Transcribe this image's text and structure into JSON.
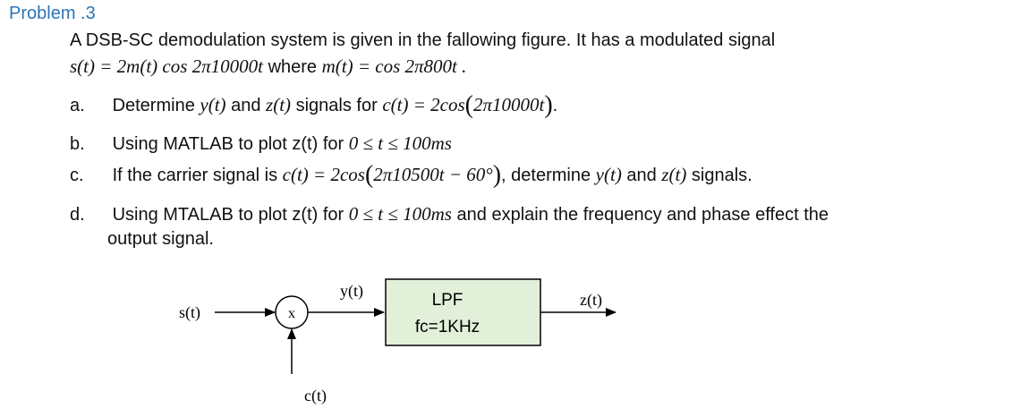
{
  "problem": {
    "title": "Problem .3"
  },
  "intro": {
    "line1": "A DSB-SC demodulation system is given in the fallowing figure. It has a modulated signal",
    "signal_expr": "s(t) = 2m(t) cos 2π10000t",
    "where_text": "where",
    "message_expr": "m(t) = cos 2π800t .",
    "period": "."
  },
  "items": [
    {
      "marker": "a.",
      "t1": "Determine",
      "e1": "y(t)",
      "t2": "and",
      "e2": "z(t)",
      "t3": "signals for",
      "e3": "c(t) = 2cos",
      "e4": "2π10000t",
      "t4": "."
    },
    {
      "marker": "b.",
      "t1": "Using MATLAB to plot z(t) for",
      "e1": "0 ≤ t ≤ 100ms"
    },
    {
      "marker": "c.",
      "t1": "If the carrier signal is",
      "e1": "c(t) = 2cos",
      "e2": "2π10500t − 60°",
      "t2": ", determine",
      "e3": "y(t)",
      "t3": "and",
      "e4": "z(t)",
      "t4": "signals."
    },
    {
      "marker": "d.",
      "t1": "Using MTALAB to plot z(t) for",
      "e1": "0 ≤ t ≤ 100ms",
      "t2": "and explain the frequency and phase effect the",
      "t3": "output signal."
    }
  ],
  "diagram": {
    "input_label": "s(t)",
    "mixer_symbol": "x",
    "mixer_output_label": "y(t)",
    "carrier_label": "c(t)",
    "filter_title": "LPF",
    "filter_cutoff": "fc=1KHz",
    "output_label": "z(t)",
    "filter_fill": "#E2EFD9"
  }
}
